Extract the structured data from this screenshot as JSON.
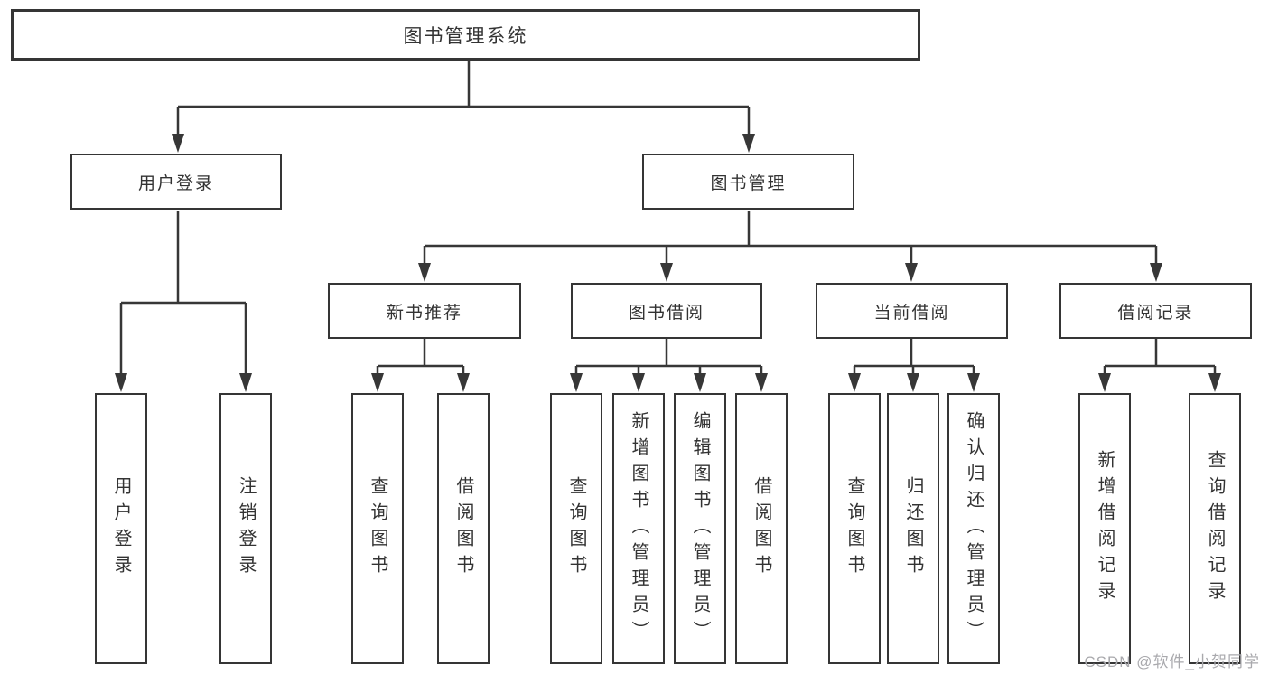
{
  "diagram": {
    "title": "图书管理系统",
    "type": "function-structure-tree"
  },
  "colors": {
    "line": "#373737",
    "text": "#333333",
    "box_background": "#ffffff",
    "watermark": "#a9a9ad"
  },
  "watermark": "CSDN @软件_小贺同学",
  "tree": {
    "root": "图书管理系统",
    "branches": [
      {
        "label": "用户登录",
        "children": [
          "用户登录",
          "注销登录"
        ]
      },
      {
        "label": "图书管理",
        "children": [
          {
            "label": "新书推荐",
            "children": [
              "查询图书",
              "借阅图书"
            ]
          },
          {
            "label": "图书借阅",
            "children": [
              "查询图书",
              "新增图书（管理员）",
              "编辑图书（管理员）",
              "借阅图书"
            ]
          },
          {
            "label": "当前借阅",
            "children": [
              "查询图书",
              "归还图书",
              "确认归还（管理员）"
            ]
          },
          {
            "label": "借阅记录",
            "children": [
              "新增借阅记录",
              "查询借阅记录"
            ]
          }
        ]
      }
    ]
  }
}
